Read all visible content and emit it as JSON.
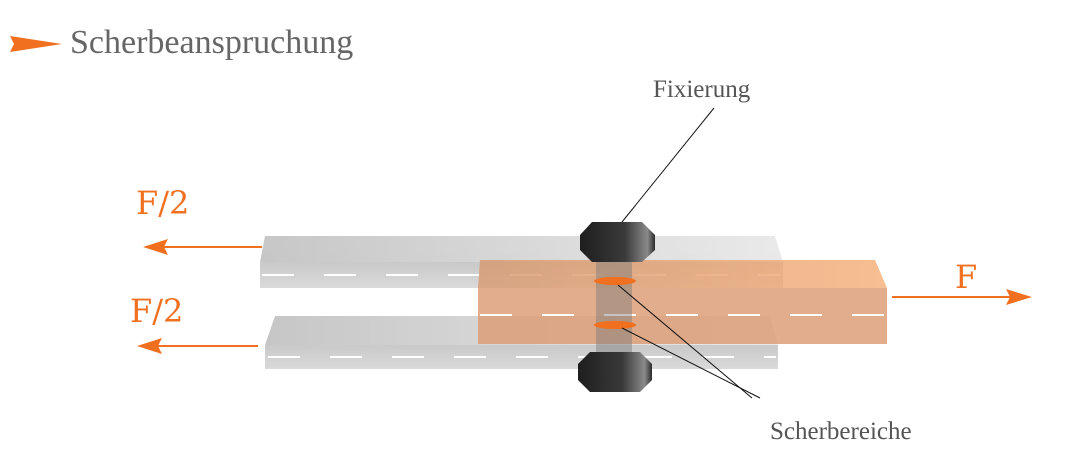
{
  "title": "Scherbeanspruchung",
  "labels": {
    "fixierung": "Fixierung",
    "scherbereiche": "Scherbereiche",
    "force_top": "F/2",
    "force_bottom": "F/2",
    "force_right": "F"
  },
  "colors": {
    "accent": "#f07020",
    "plate_gray": "#c8c8c8",
    "bar_orange": "#e8a274",
    "bolt": "#2a2a2a"
  }
}
